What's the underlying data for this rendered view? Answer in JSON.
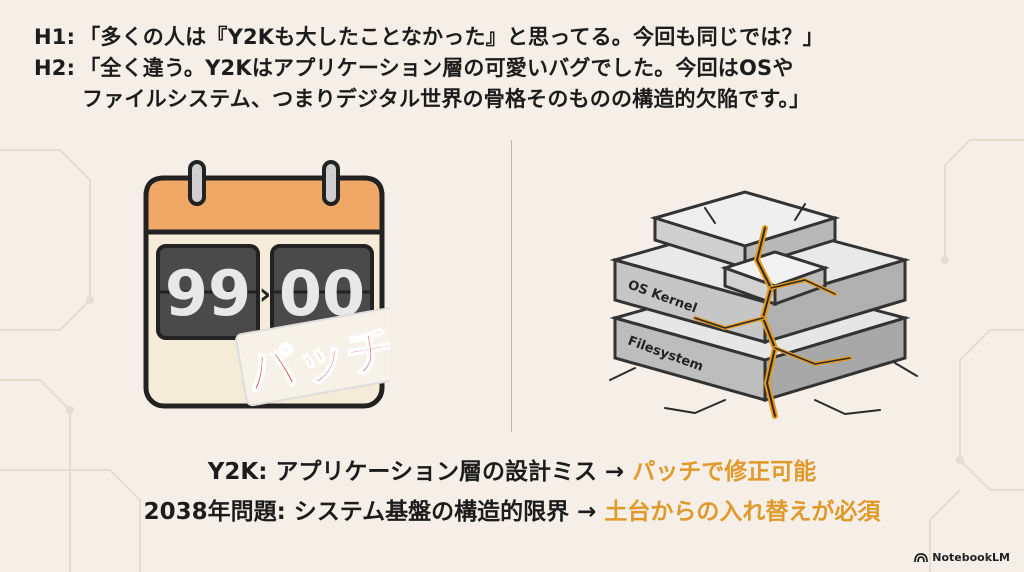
{
  "dialogue": {
    "h1_speaker": "H1:",
    "h1_text": "「多くの人は『Y2Kも大したことなかった』と思ってる。今回も同じでは？」",
    "h2_speaker": "H2:",
    "h2_text_line1": "「全く違う。Y2Kはアプリケーション層の可愛いバグでした。今回はOSや",
    "h2_text_line2": "ファイルシステム、つまりデジタル世界の骨格そのものの構造的欠陥です。」"
  },
  "calendar": {
    "digits_old": "99",
    "digits_new": "00",
    "arrow": "›",
    "stamp": "パッチ"
  },
  "stack": {
    "layer_top": "OS Kernel",
    "layer_bottom": "Filesystem"
  },
  "summary": {
    "y2k_prefix": "Y2K: アプリケーション層の設計ミス → ",
    "y2k_result": "パッチで修正可能",
    "y2038_prefix": "2038年問題: システム基盤の構造的限界 → ",
    "y2038_result": "土台からの入れ替えが必須"
  },
  "branding": {
    "label": "NotebookLM"
  },
  "colors": {
    "accent": "#e09a2b",
    "stamp_red": "#d23a2c",
    "calendar_orange": "#f0a866"
  }
}
